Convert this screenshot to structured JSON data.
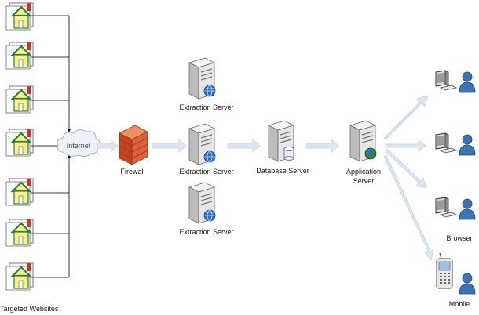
{
  "labels": {
    "targeted_websites": "Targeted Websites",
    "internet": "Internet",
    "firewall": "Firewall",
    "extraction_server_top": "Extraction Server",
    "extraction_server_mid": "Extraction Server",
    "extraction_server_bottom": "Extraction Server",
    "database_server": "Database Server",
    "application_server_line1": "Application",
    "application_server_line2": "Server",
    "browser": "Browser",
    "mobile": "Mobile"
  },
  "icons": {
    "website": "house-document-icon",
    "internet": "cloud-icon",
    "firewall": "brick-wall-icon",
    "extraction_server": "server-globe-icon",
    "database_server": "server-database-icon",
    "application_server": "server-globe-icon",
    "client": "computer-user-icon",
    "mobile": "mobile-phone-user-icon"
  },
  "colors": {
    "house_fill": "#f7f28a",
    "roof": "#2f7d3e",
    "chimney": "#c0392b",
    "firewall": "#e0603a",
    "arrow": "#dce6f2",
    "user": "#3d72b4"
  }
}
